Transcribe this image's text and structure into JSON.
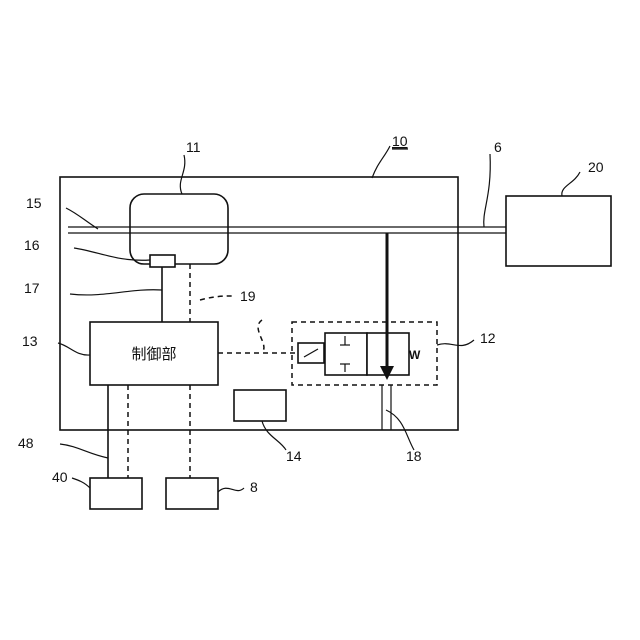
{
  "diagram": {
    "control_unit_label": "制御部",
    "valve_symbol_label": "W",
    "refs": {
      "r10": "10",
      "r11": "11",
      "r6": "6",
      "r20": "20",
      "r15": "15",
      "r16": "16",
      "r17": "17",
      "r19": "19",
      "r13": "13",
      "r12": "12",
      "r48": "48",
      "r14": "14",
      "r18": "18",
      "r40": "40",
      "r8": "8"
    }
  }
}
